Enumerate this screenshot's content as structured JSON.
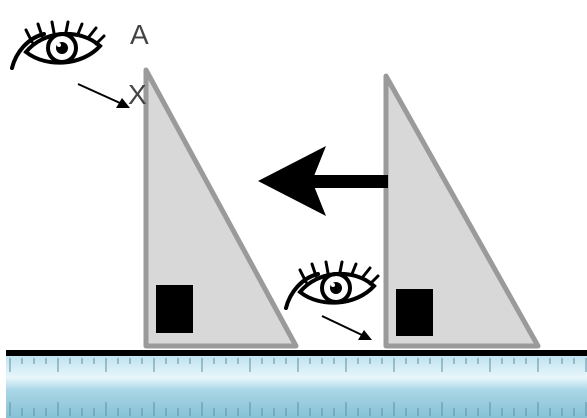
{
  "labels": {
    "point_a": "A",
    "point_x": "X"
  },
  "figure": {
    "elements": [
      "eye-icon",
      "arrow-left-icon",
      "triangle-set-square",
      "right-angle-marker",
      "straight-edge-ruler"
    ]
  },
  "colors": {
    "triangle_fill": "#d8d8d8",
    "triangle_stroke": "#9a9a9a",
    "marker": "#000000",
    "ruler_top": "#a8d8e8",
    "ruler_mid": "#e6f5fa",
    "ruler_bottom": "#8cc5d9",
    "baseline": "#000000"
  }
}
